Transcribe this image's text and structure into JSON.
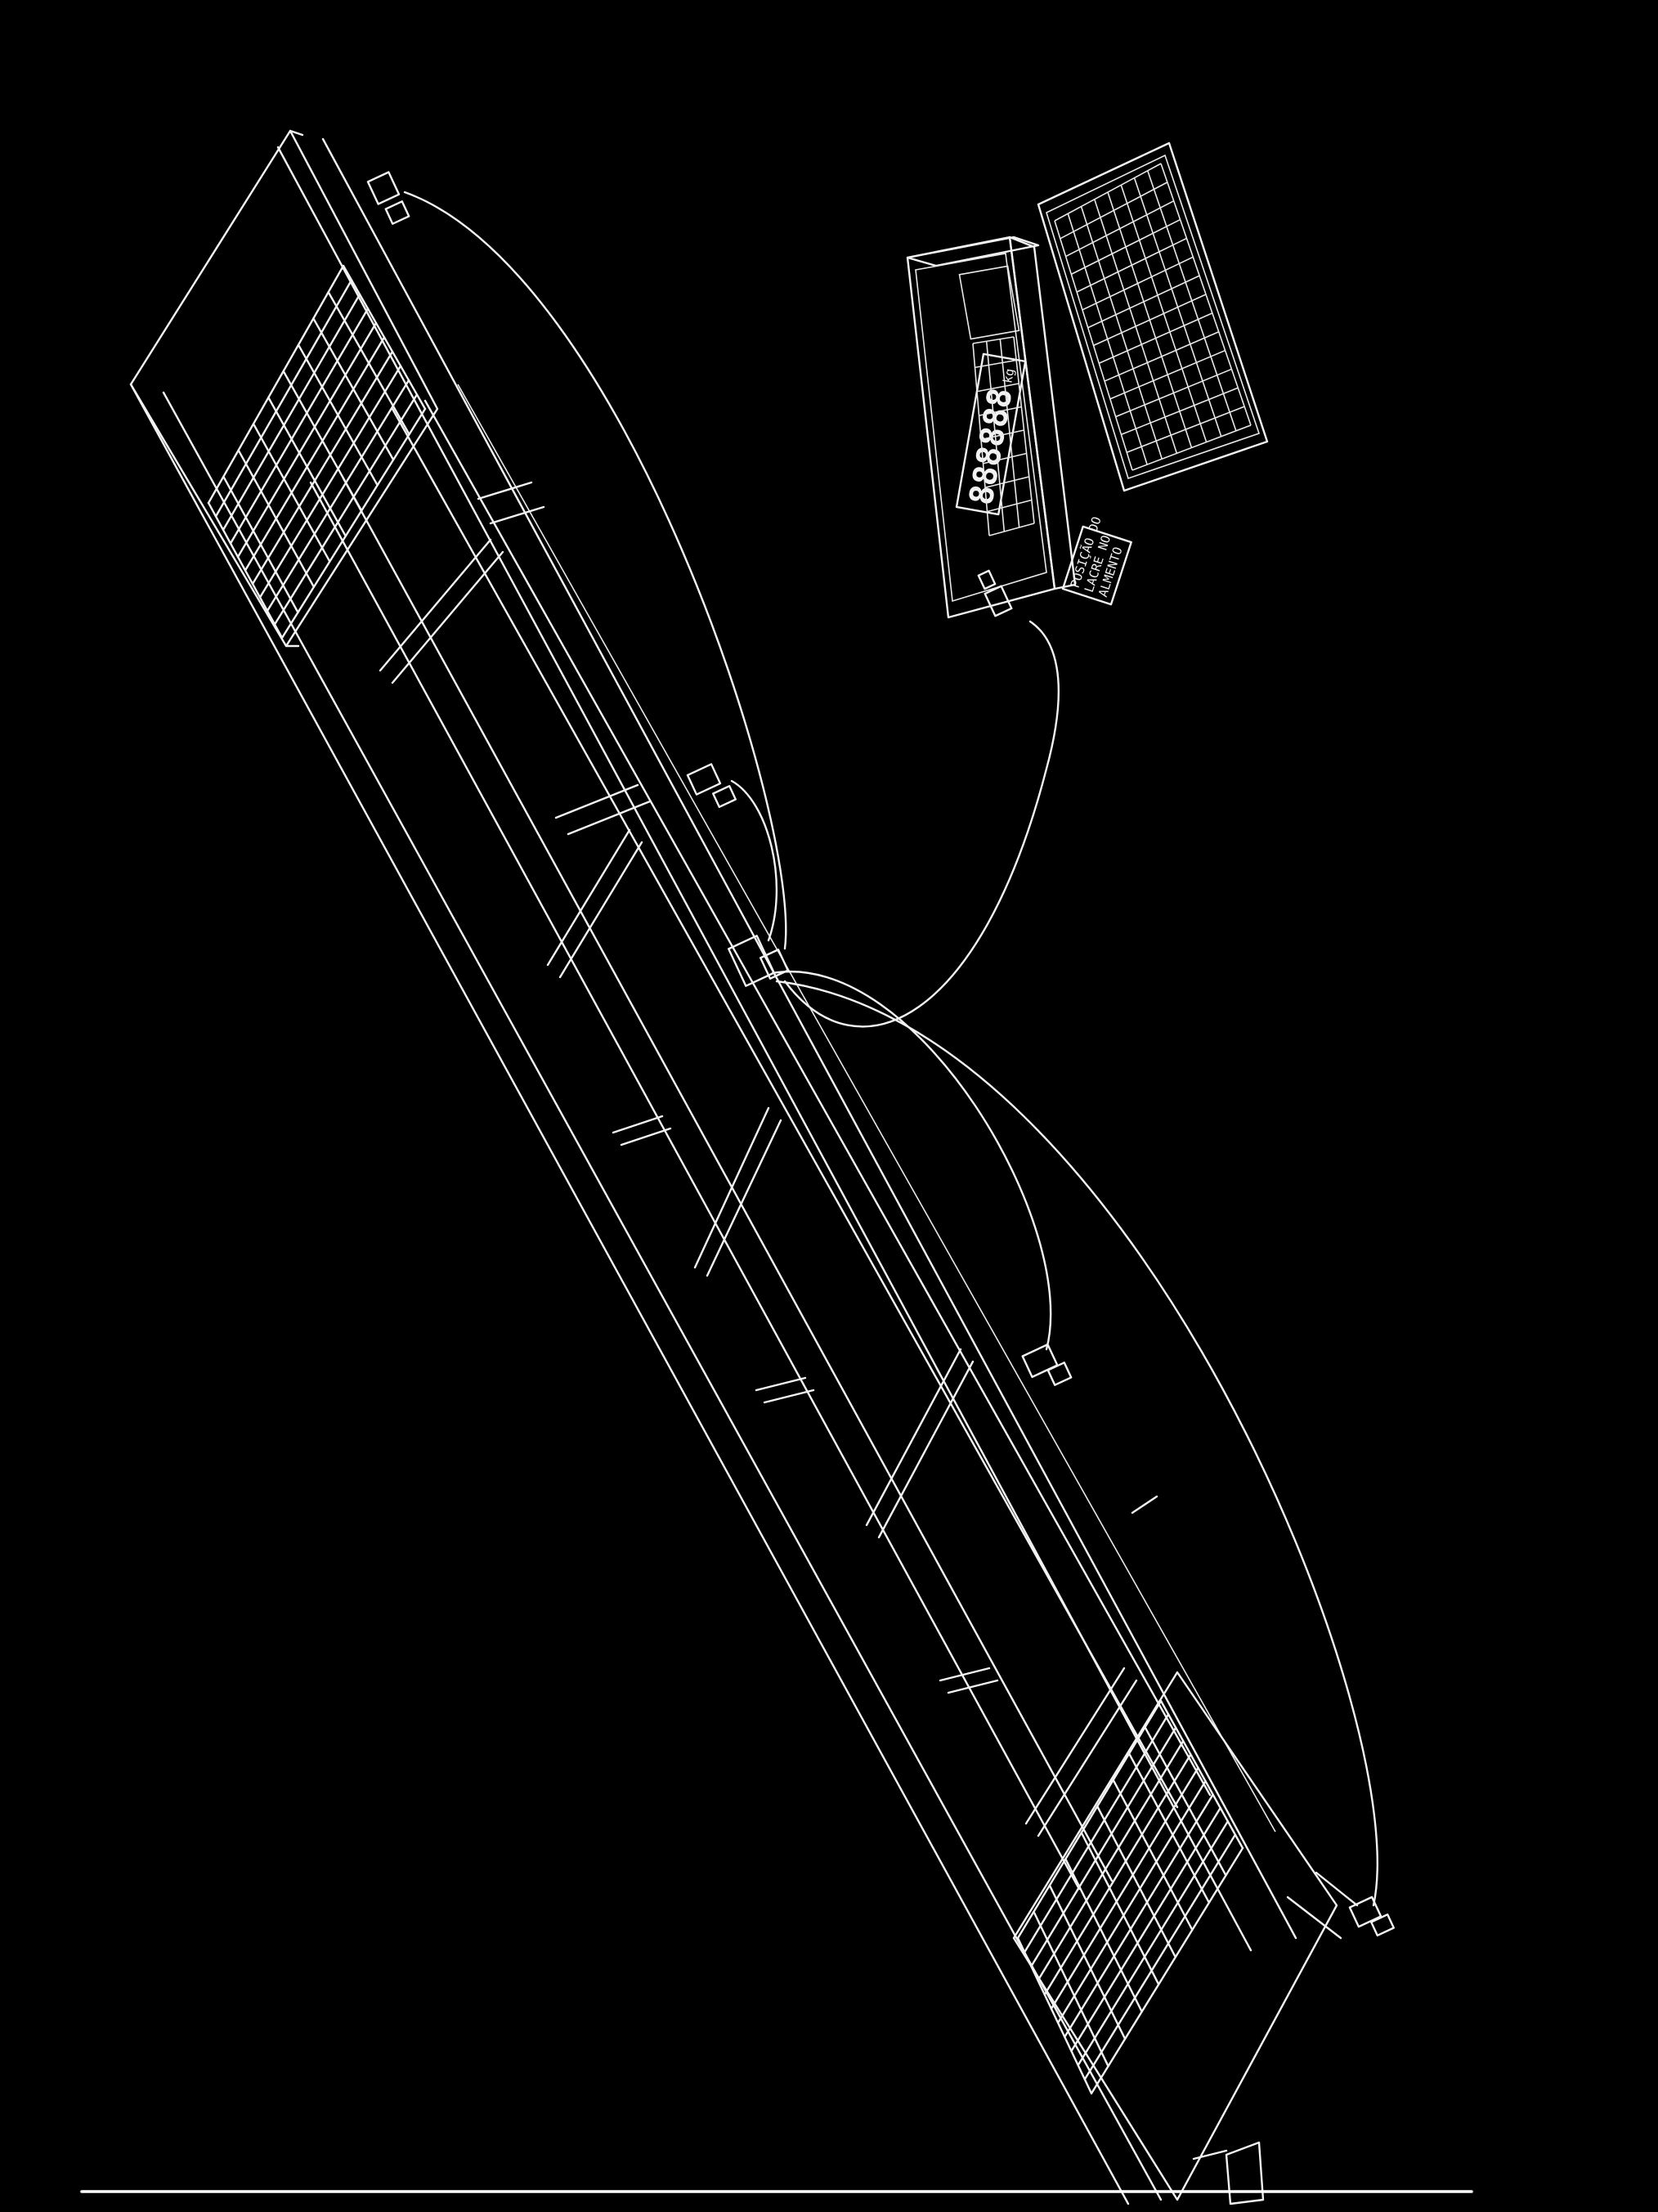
{
  "indicator": {
    "display_digits": "888888",
    "unit": "kg"
  },
  "seal_label": {
    "lines": [
      "POSIÇÃO DO",
      "LACRE NO",
      "ALMENTO"
    ]
  },
  "colors": {
    "background": "#000000",
    "line": "#f2f2f2"
  }
}
